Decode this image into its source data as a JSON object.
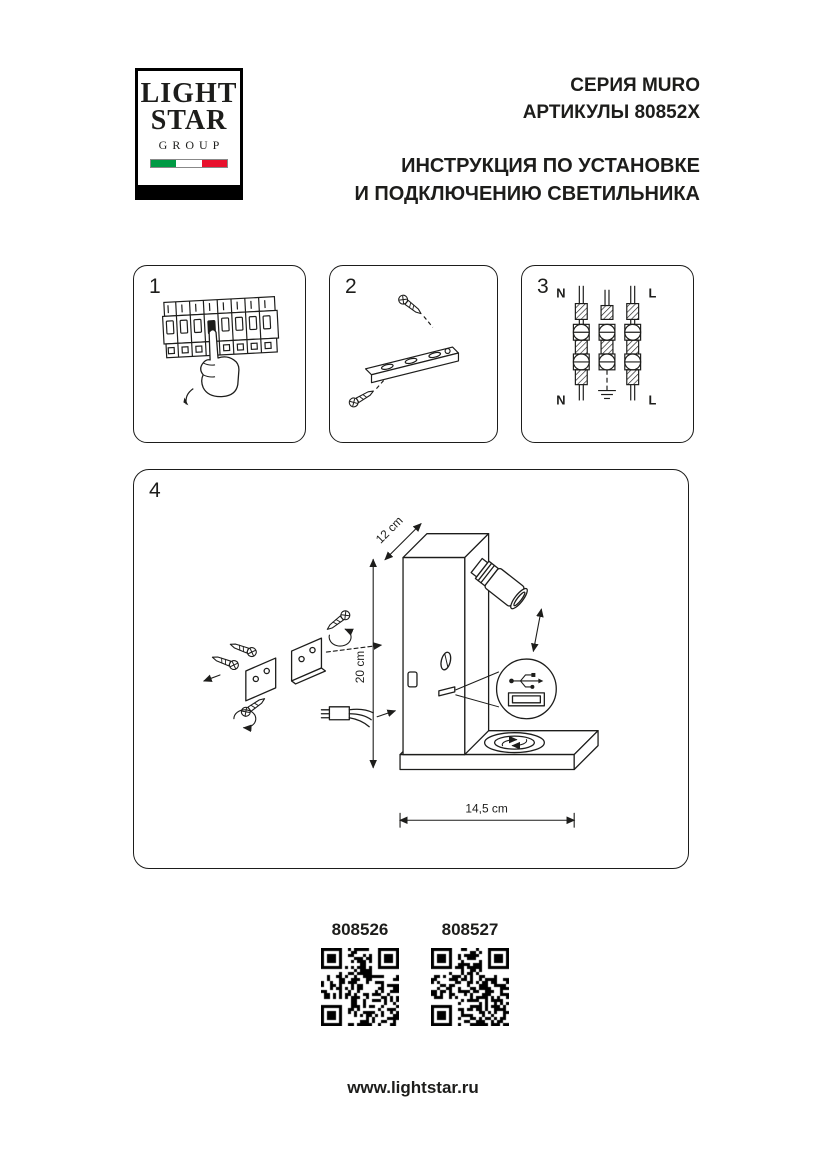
{
  "page": {
    "ink": "#1d1d1b",
    "background": "#ffffff"
  },
  "logo": {
    "line1": "LIGHT",
    "line2": "STAR",
    "line3": "GROUP",
    "flag_green": "#009a44",
    "flag_red": "#e8112d"
  },
  "header": {
    "series": "СЕРИЯ MURO",
    "articles": "АРТИКУЛЫ 80852X",
    "instruction_line1": "ИНСТРУКЦИЯ ПО УСТАНОВКЕ",
    "instruction_line2": "И ПОДКЛЮЧЕНИЮ СВЕТИЛЬНИКА"
  },
  "steps": [
    {
      "number": "1",
      "illustration": "circuit-breakers-switch-off"
    },
    {
      "number": "2",
      "illustration": "mounting-bracket-with-screws"
    },
    {
      "number": "3",
      "illustration": "wiring-terminal-diagram"
    },
    {
      "number": "4",
      "illustration": "lamp-assembly-exploded-view"
    }
  ],
  "wiring": {
    "top_left": "N",
    "top_right": "L",
    "bottom_left": "N",
    "bottom_right": "L"
  },
  "dimensions": {
    "depth": "12 cm",
    "height": "20 cm",
    "width": "14,5 cm"
  },
  "products": [
    {
      "code": "808526"
    },
    {
      "code": "808527"
    }
  ],
  "footer": {
    "website": "www.lightstar.ru"
  }
}
